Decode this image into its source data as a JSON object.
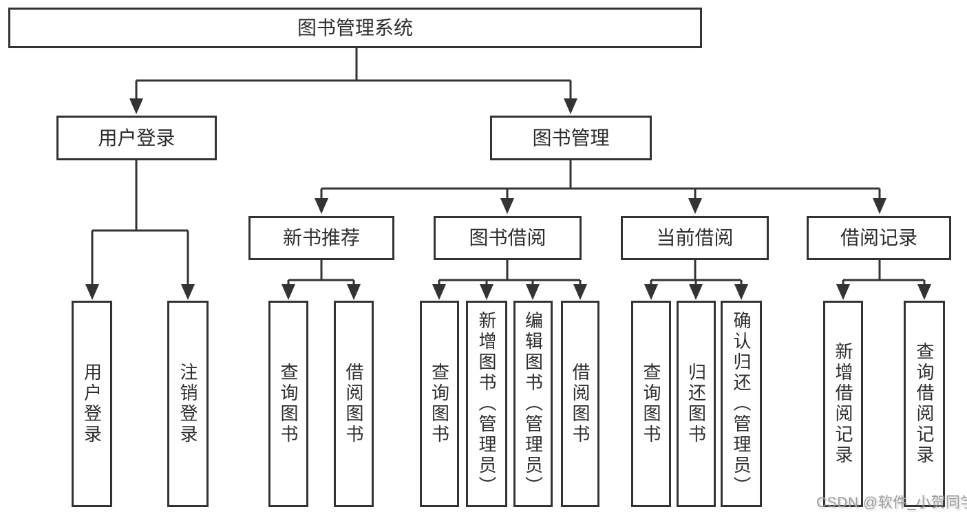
{
  "tree": {
    "root": {
      "label": "图书管理系统",
      "children": [
        {
          "label": "用户登录",
          "children": [
            {
              "label": "用户登录"
            },
            {
              "label": "注销登录"
            }
          ]
        },
        {
          "label": "图书管理",
          "children": [
            {
              "label": "新书推荐",
              "children": [
                {
                  "label": "查询图书"
                },
                {
                  "label": "借阅图书"
                }
              ]
            },
            {
              "label": "图书借阅",
              "children": [
                {
                  "label": "查询图书"
                },
                {
                  "label": "新增图书（管理员）"
                },
                {
                  "label": "编辑图书（管理员）"
                },
                {
                  "label": "借阅图书"
                }
              ]
            },
            {
              "label": "当前借阅",
              "children": [
                {
                  "label": "查询图书"
                },
                {
                  "label": "归还图书"
                },
                {
                  "label": "确认归还（管理员）"
                }
              ]
            },
            {
              "label": "借阅记录",
              "children": [
                {
                  "label": "新增借阅记录"
                },
                {
                  "label": "查询借阅记录"
                }
              ]
            }
          ]
        }
      ]
    }
  },
  "watermark": "CSDN @软件_小贺同学",
  "colors": {
    "line": "#333333",
    "box_border": "#333333",
    "text": "#2d2d2d",
    "background": "#ffffff",
    "watermark": "#9c9c9c"
  }
}
